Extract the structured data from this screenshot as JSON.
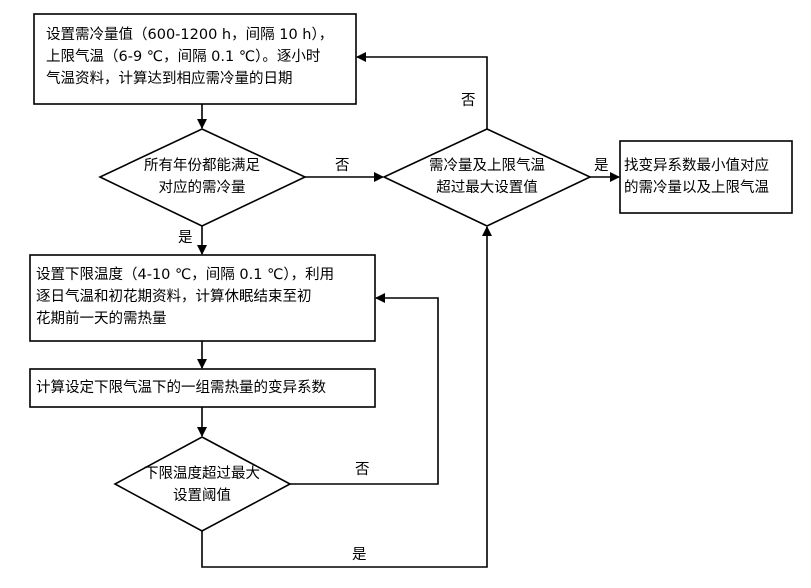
{
  "nodes": {
    "step1": {
      "line1": "设置需冷量值（600-1200 h，间隔 10 h），",
      "line2": "上限气温（6-9 ℃，间隔 0.1 ℃）。逐小时",
      "line3": "气温资料，计算达到相应需冷量的日期"
    },
    "decision1": {
      "line1": "所有年份都能满足",
      "line2": "对应的需冷量"
    },
    "decision2": {
      "line1": "需冷量及上限气温",
      "line2": "超过最大设置值"
    },
    "result": {
      "line1": "找变异系数最小值对应",
      "line2": "的需冷量以及上限气温"
    },
    "step2": {
      "line1": "设置下限温度（4-10 ℃，间隔 0.1 ℃），利用",
      "line2": "逐日气温和初花期资料，计算休眠结束至初",
      "line3": "花期前一天的需热量"
    },
    "step3": {
      "line1": "计算设定下限气温下的一组需热量的变异系数"
    },
    "decision3": {
      "line1": "下限温度超过最大",
      "line2": "设置阈值"
    }
  },
  "labels": {
    "d1_no": "否",
    "d1_yes": "是",
    "d2_no": "否",
    "d2_yes": "是",
    "d3_no": "否",
    "d3_yes": "是"
  }
}
